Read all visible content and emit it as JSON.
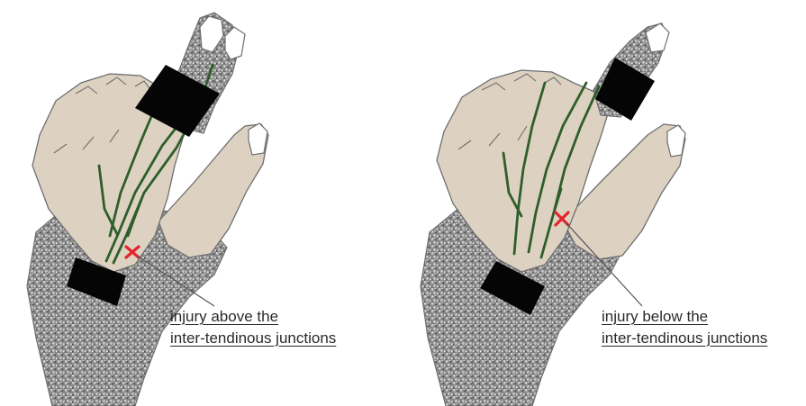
{
  "colors": {
    "skin": "#ddd2c2",
    "skin_outline": "#6e6e6e",
    "speckle_dark": "#6d6d6d",
    "speckle_light": "#d2d2d2",
    "tendon": "#2f5e2a",
    "splint": "#050505",
    "injury_mark": "#e3242b"
  },
  "panels": [
    {
      "caption_line1": "injury above the",
      "caption_line2": "inter-tendinous junctions",
      "injury_icon": "red-x-icon"
    },
    {
      "caption_line1": "injury below the",
      "caption_line2": "inter-tendinous junctions",
      "injury_icon": "red-x-icon"
    }
  ]
}
